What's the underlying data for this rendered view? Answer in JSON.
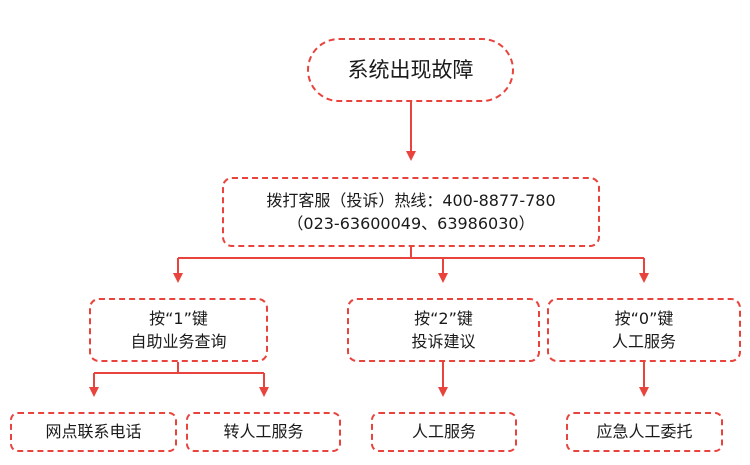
{
  "diagram": {
    "colors": {
      "accent": "#e8433c",
      "text": "#1a1a1a",
      "background": "#ffffff"
    },
    "root": {
      "label": "系统出现故障"
    },
    "hotline": {
      "line1": "拨打客服（投诉）热线：400-8877-780",
      "line2": "（023-63600049、63986030）"
    },
    "branches": [
      {
        "line1": "按“1”键",
        "line2": "自助业务查询",
        "children": [
          "网点联系电话",
          "转人工服务"
        ]
      },
      {
        "line1": "按“2”键",
        "line2": "投诉建议",
        "children": [
          "人工服务"
        ]
      },
      {
        "line1": "按“0”键",
        "line2": "人工服务",
        "children": [
          "应急人工委托"
        ]
      }
    ]
  }
}
